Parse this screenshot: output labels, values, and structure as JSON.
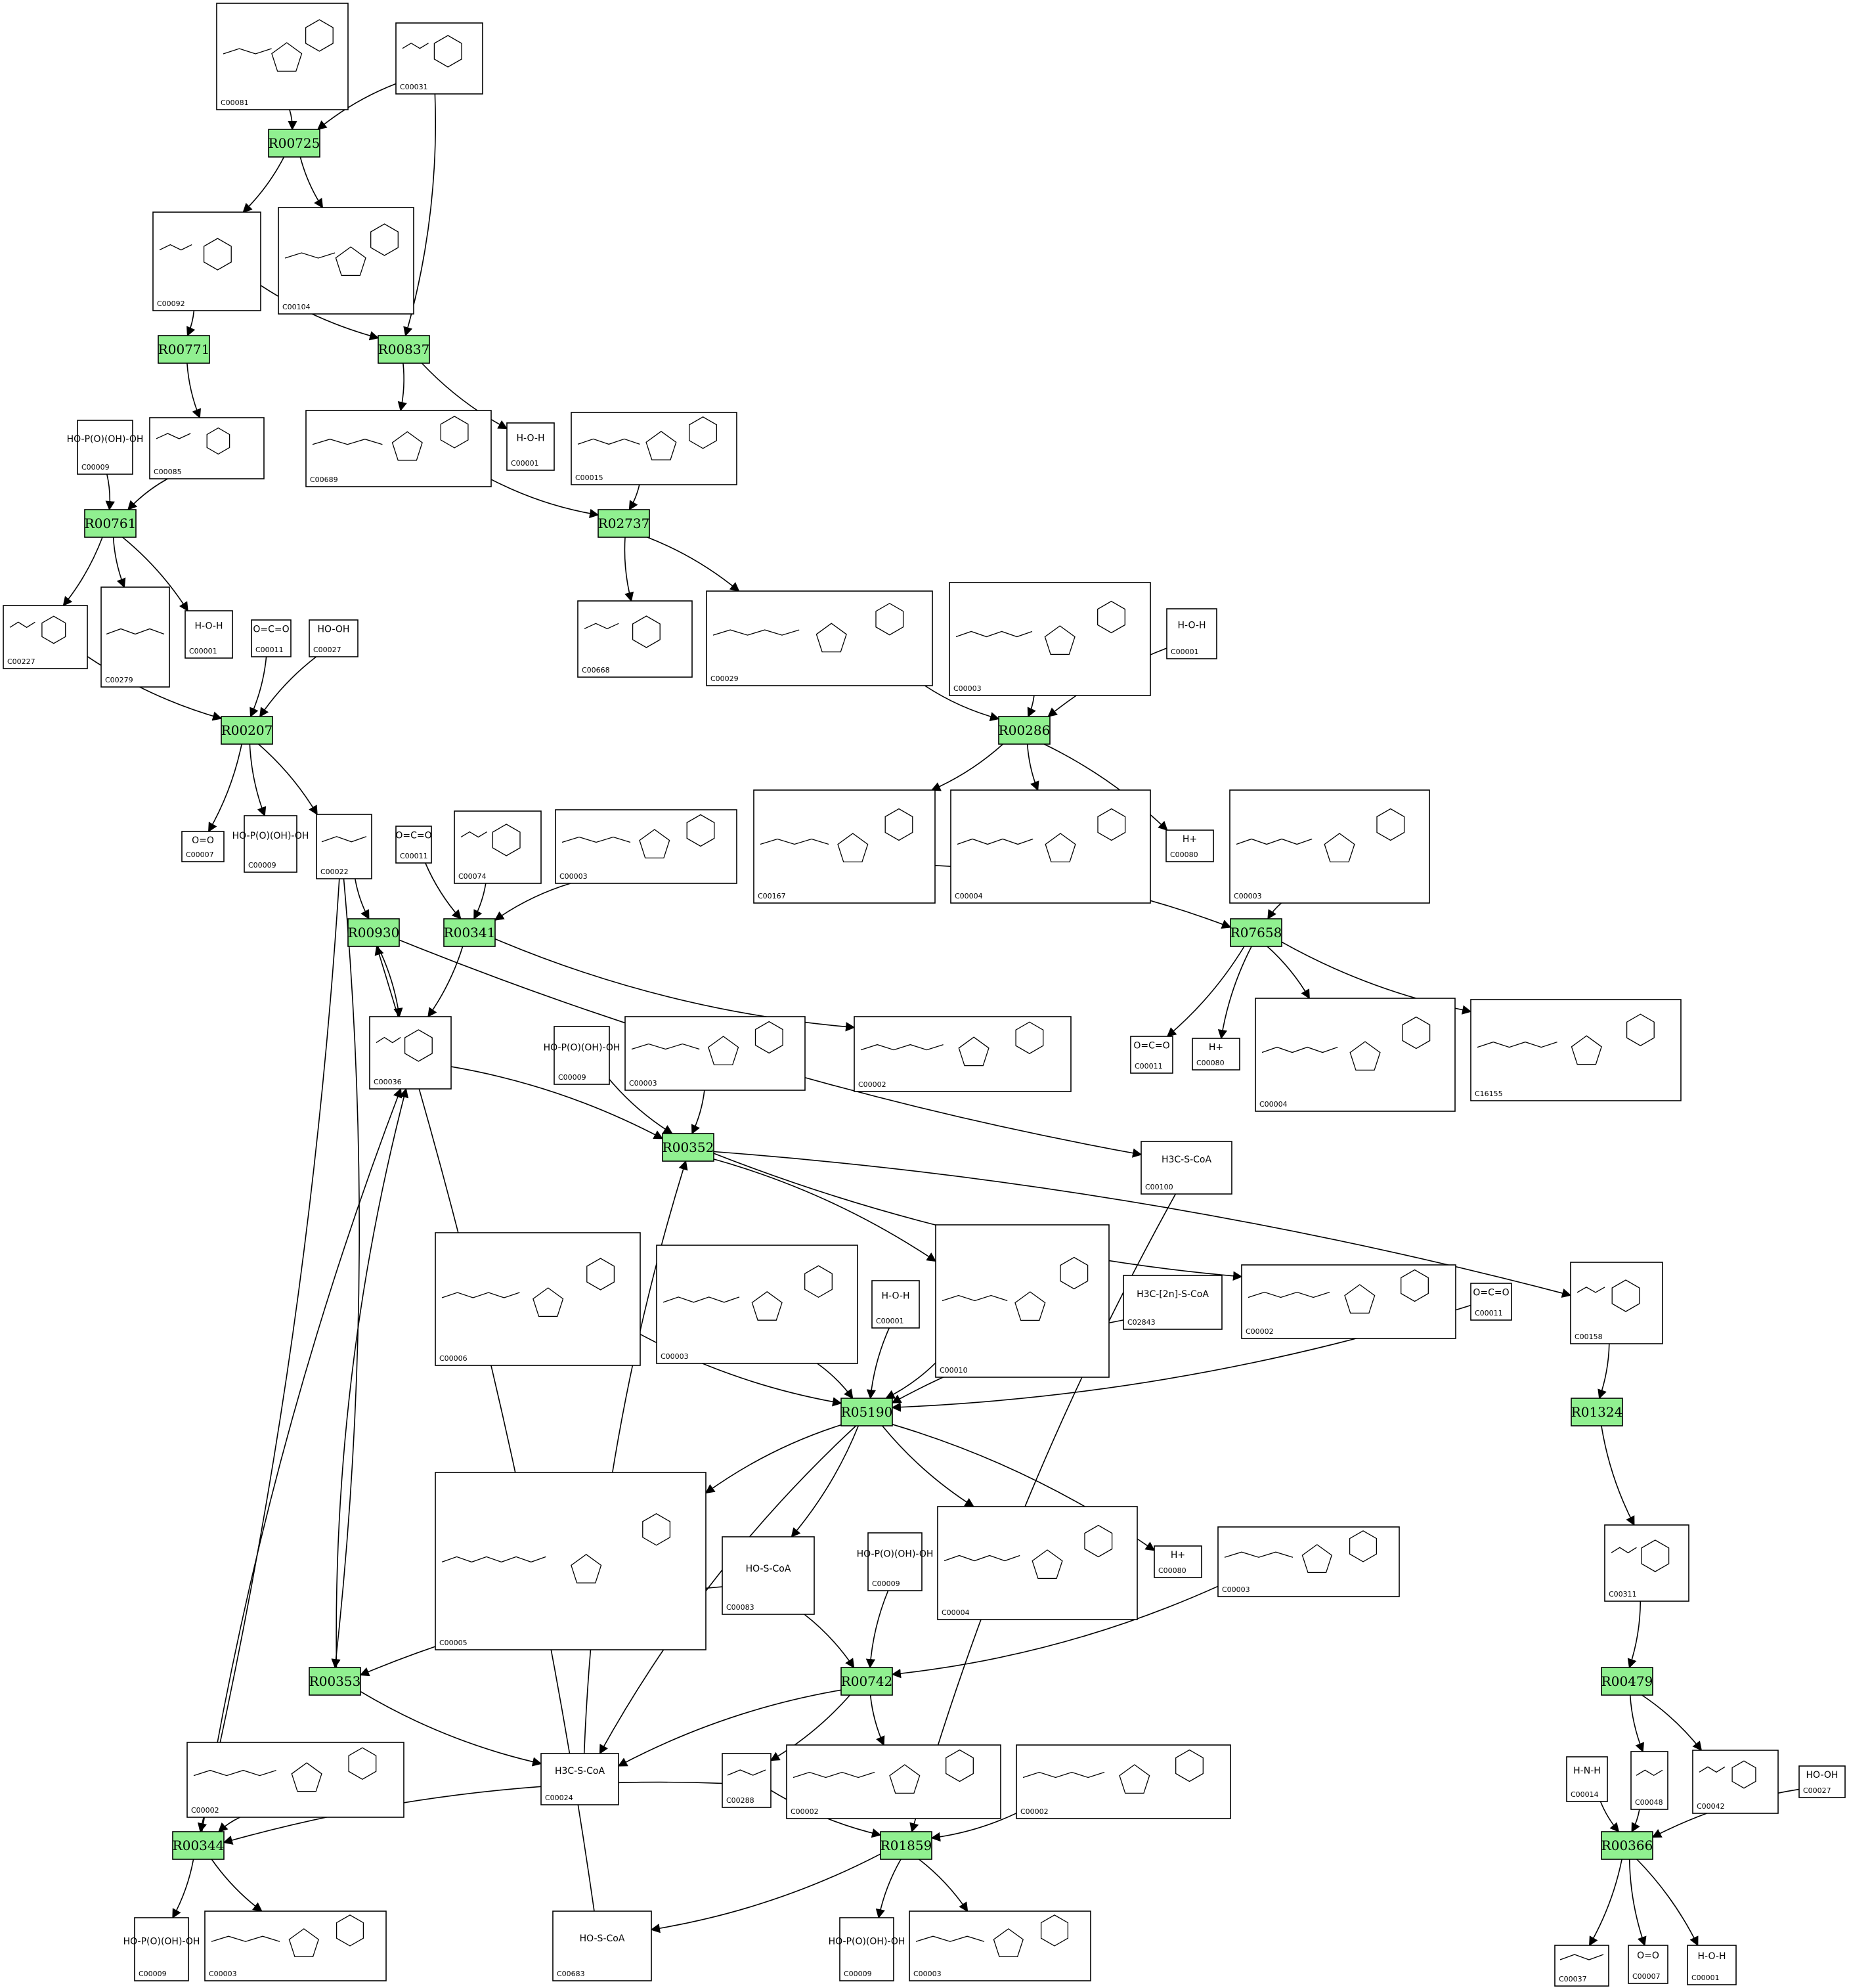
{
  "reactions": [
    "R00725",
    "R00771",
    "R00837",
    "R00761",
    "R02737",
    "R00207",
    "R00286",
    "R00930",
    "R00341",
    "R07658",
    "R00352",
    "R05190",
    "R01324",
    "R00353",
    "R00742",
    "R00479",
    "R00344",
    "R01859",
    "R00366"
  ],
  "compounds": [
    {
      "id": "C00081"
    },
    {
      "id": "C00031"
    },
    {
      "id": "C00092"
    },
    {
      "id": "C00104"
    },
    {
      "id": "C00009",
      "formula": "HO-P(O)(OH)-OH"
    },
    {
      "id": "C00085"
    },
    {
      "id": "C00689"
    },
    {
      "id": "C00001",
      "formula": "H-O-H"
    },
    {
      "id": "C00015"
    },
    {
      "id": "C00227"
    },
    {
      "id": "C00279"
    },
    {
      "id": "C00011",
      "formula": "O=C=O"
    },
    {
      "id": "C00027",
      "formula": "HO-OH"
    },
    {
      "id": "C00668"
    },
    {
      "id": "C00029"
    },
    {
      "id": "C00003"
    },
    {
      "id": "C00007",
      "formula": "O=O"
    },
    {
      "id": "C00022"
    },
    {
      "id": "C00074"
    },
    {
      "id": "C00167"
    },
    {
      "id": "C00004"
    },
    {
      "id": "C00080",
      "formula": "H+"
    },
    {
      "id": "C00036"
    },
    {
      "id": "C00002"
    },
    {
      "id": "C16155"
    },
    {
      "id": "C00100",
      "formula": "H3C-S-CoA"
    },
    {
      "id": "C00006"
    },
    {
      "id": "C00010"
    },
    {
      "id": "C02843",
      "formula": "H3C-[2n]-S-CoA"
    },
    {
      "id": "C00158"
    },
    {
      "id": "C00005"
    },
    {
      "id": "C00083",
      "formula": "HO-S-CoA"
    },
    {
      "id": "C00311"
    },
    {
      "id": "C00024",
      "formula": "H3C-S-CoA"
    },
    {
      "id": "C00288"
    },
    {
      "id": "C00014",
      "formula": "H-N-H"
    },
    {
      "id": "C00048"
    },
    {
      "id": "C00042"
    },
    {
      "id": "C00683",
      "formula": "HO-S-CoA"
    },
    {
      "id": "C00037"
    }
  ]
}
